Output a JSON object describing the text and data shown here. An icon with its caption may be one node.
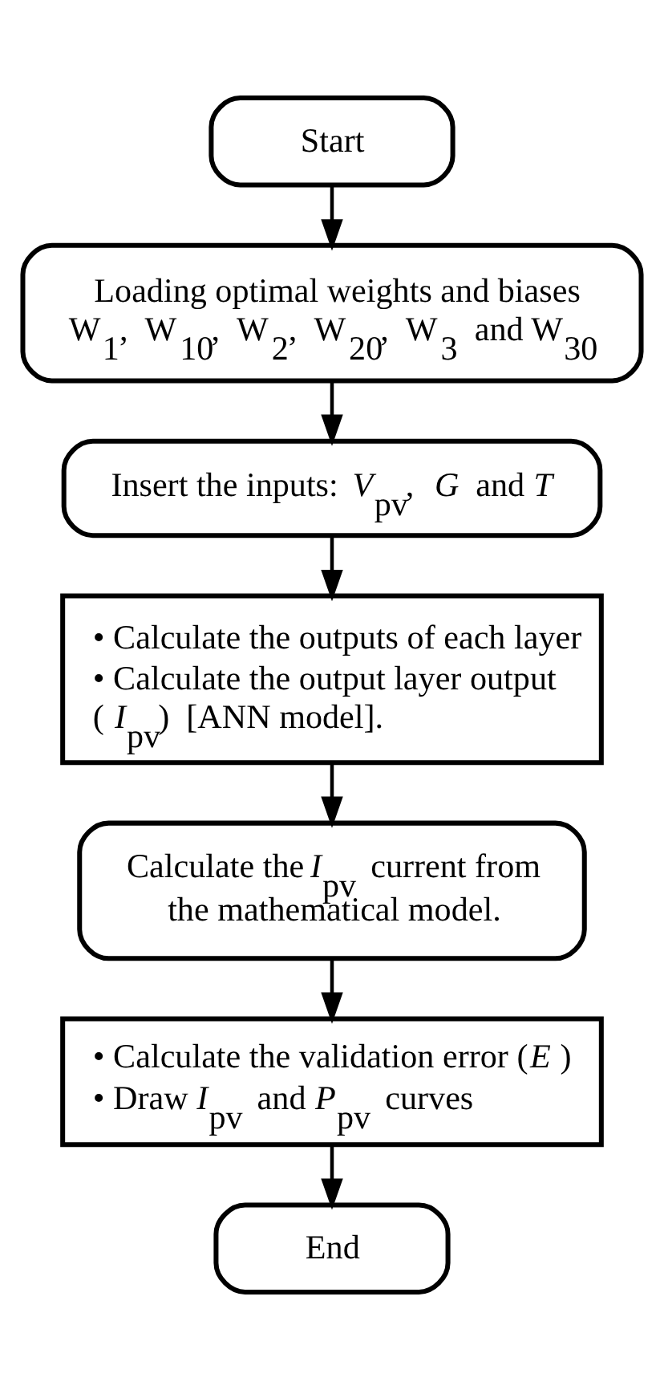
{
  "diagram": {
    "nodes": [
      {
        "text": [
          "Start"
        ]
      },
      {
        "text": [
          "Loading optimal weights and biases W$_{1}$, W$_{10}$, W$_{2}$, W$_{20}$, W$_{3}$ and W$_{30}$"
        ]
      },
      {
        "text": [
          "Insert the inputs: *V*$_{pv}$, *G* and *T*"
        ]
      },
      {
        "text": [
          "• Calculate the outputs of each layer",
          "• Calculate the output layer output (*I*$_{pv}$) [ANN model]."
        ]
      },
      {
        "text": [
          "Calculate the *I*$_{pv}$ current from the mathematical model."
        ]
      },
      {
        "text": [
          "• Calculate the validation error (*E*)",
          "• Draw *I*$_{pv}$ and *P*$_{pv}$ curves"
        ]
      },
      {
        "text": [
          "End"
        ]
      }
    ],
    "edges": [
      {
        "from": 0,
        "to": 1,
        "arrow": "to"
      },
      {
        "from": 1,
        "to": 2,
        "arrow": "to"
      },
      {
        "from": 2,
        "to": 3,
        "arrow": "to"
      },
      {
        "from": 3,
        "to": 4,
        "arrow": "to"
      },
      {
        "from": 4,
        "to": 5,
        "arrow": "to"
      },
      {
        "from": 5,
        "to": 6,
        "arrow": "to"
      }
    ]
  }
}
